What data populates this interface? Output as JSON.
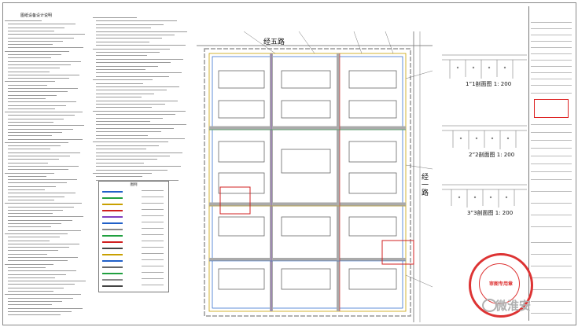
{
  "drawing": {
    "notes_heading": "图纸设备设计说明",
    "legend_title": "图例",
    "road_top": "经五路",
    "road_right": "经一路",
    "section_1": "1”1剖面图  1: 200",
    "section_2": "2”2剖面图  1: 200",
    "section_3": "3”3剖面图  1: 200"
  },
  "seal": {
    "text": "审图专用章"
  },
  "watermark": {
    "text": "微淮安",
    "icon": "wechat-icon"
  },
  "colors": {
    "road": "#e0e0e0",
    "water": "#2060c8",
    "gas": "#c8a000",
    "power": "#d02020",
    "green": "#20a040",
    "purple": "#8040c0",
    "stamp": "#d22222"
  }
}
